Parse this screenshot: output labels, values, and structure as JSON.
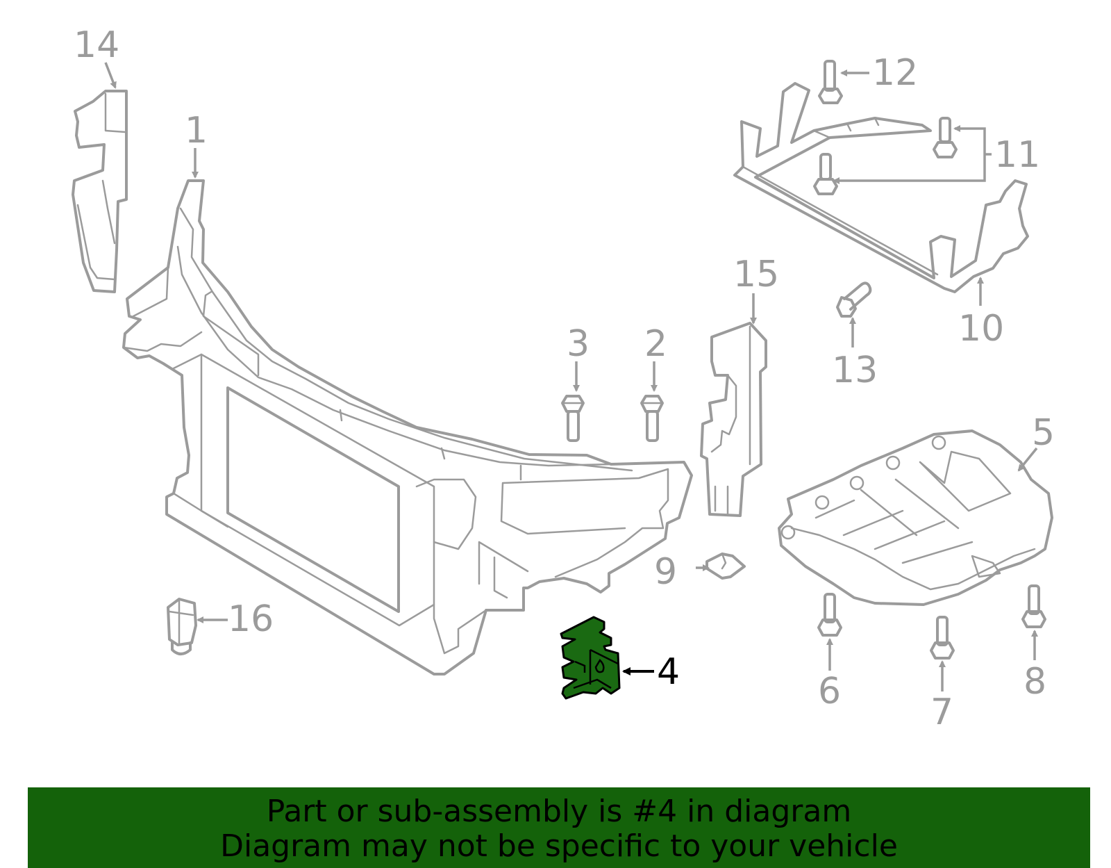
{
  "colors": {
    "part_stroke": "#9b9b9b",
    "highlight_fill": "#1a6a12",
    "banner_bg": "#14620a",
    "text": "#000000"
  },
  "callouts": {
    "c1": "1",
    "c2": "2",
    "c3": "3",
    "c4": "4",
    "c5": "5",
    "c6": "6",
    "c7": "7",
    "c8": "8",
    "c9": "9",
    "c10": "10",
    "c11": "11",
    "c12": "12",
    "c13": "13",
    "c14": "14",
    "c15": "15",
    "c16": "16"
  },
  "highlighted_part": "4",
  "banner": {
    "line1": "Part or sub-assembly is #4 in diagram",
    "line2": "Diagram may not be specific to your vehicle"
  }
}
